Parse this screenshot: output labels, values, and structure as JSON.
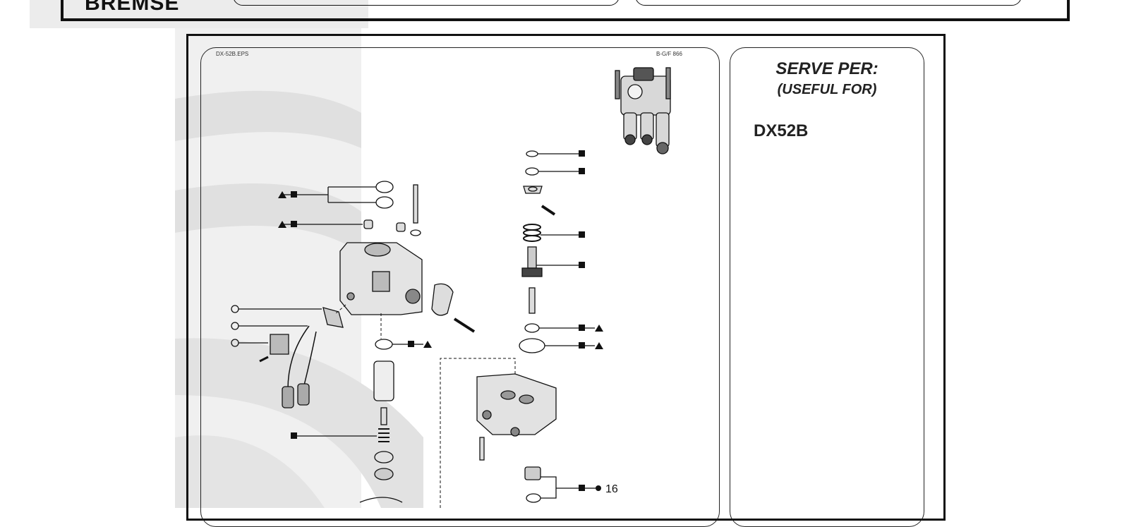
{
  "header": {
    "brand": "BREMSE"
  },
  "diagram": {
    "file_label": "DX-52B.EPS",
    "ref_label": "B-G/F 866",
    "callout_number": "16"
  },
  "useful_for": {
    "title": "SERVE PER:",
    "subtitle": "(USEFUL FOR)",
    "models": [
      "DX52B"
    ]
  },
  "colors": {
    "ink": "#111111",
    "watermark": "#e6e6e6"
  }
}
